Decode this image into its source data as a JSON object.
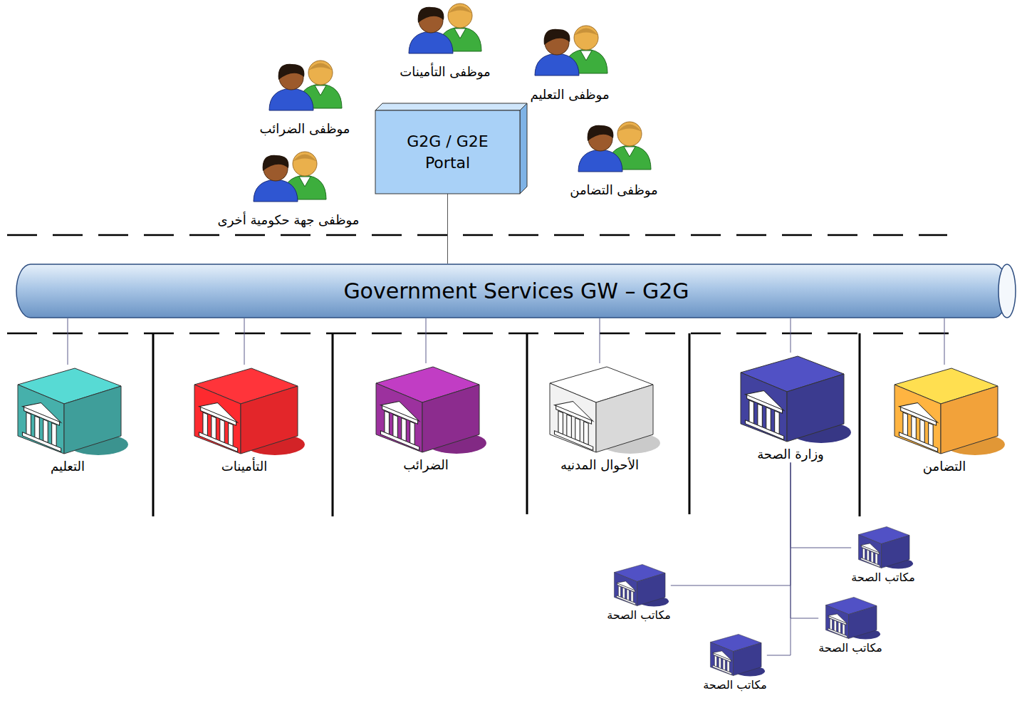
{
  "diagram": {
    "nodes": [
      {
        "text": [
          "G2G / G2E Portal"
        ]
      },
      {
        "text": [
          "Government Services GW – G2G"
        ]
      },
      {
        "text": [
          "التعليم"
        ]
      },
      {
        "text": [
          "التأمينات"
        ]
      },
      {
        "text": [
          "الضرائب"
        ]
      },
      {
        "text": [
          "الأحوال المدنيه"
        ]
      },
      {
        "text": [
          "وزارة الصحة"
        ]
      },
      {
        "text": [
          "التضامن"
        ]
      },
      {
        "text": [
          "مكاتب الصحة"
        ]
      },
      {
        "text": [
          "مكاتب الصحة"
        ]
      },
      {
        "text": [
          "مكاتب الصحة"
        ]
      },
      {
        "text": [
          "مكاتب الصحة"
        ]
      }
    ],
    "edges": [
      {
        "from": 0,
        "to": 1,
        "arrow": "none"
      },
      {
        "from": 1,
        "to": 2,
        "arrow": "none"
      },
      {
        "from": 1,
        "to": 3,
        "arrow": "none"
      },
      {
        "from": 1,
        "to": 4,
        "arrow": "none"
      },
      {
        "from": 1,
        "to": 5,
        "arrow": "none"
      },
      {
        "from": 1,
        "to": 6,
        "arrow": "none"
      },
      {
        "from": 1,
        "to": 7,
        "arrow": "none"
      },
      {
        "from": 6,
        "to": 8,
        "arrow": "none"
      },
      {
        "from": 6,
        "to": 9,
        "arrow": "none"
      },
      {
        "from": 6,
        "to": 10,
        "arrow": "none"
      },
      {
        "from": 6,
        "to": 11,
        "arrow": "none"
      }
    ],
    "labels": [
      "موظفى التأمينات",
      "موظفى التعليم",
      "موظفى الضرائب",
      "موظفى التضامن",
      "موظفى جهة حكومية أخرى"
    ]
  }
}
